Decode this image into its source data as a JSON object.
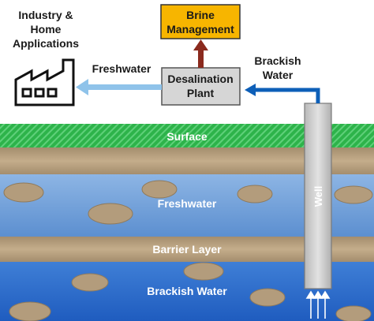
{
  "labels": {
    "industry_line1": "Industry &",
    "industry_line2": "Home",
    "industry_line3": "Applications",
    "brine_line1": "Brine",
    "brine_line2": "Management",
    "plant_line1": "Desalination",
    "plant_line2": "Plant",
    "brackish_top_line1": "Brackish",
    "brackish_top_line2": "Water",
    "freshwater_top": "Freshwater",
    "surface": "Surface",
    "well": "Well",
    "freshwater_layer": "Freshwater",
    "barrier_layer": "Barrier Layer",
    "brackish_layer": "Brackish Water"
  },
  "icons": {
    "factory": "factory-icon",
    "arrow_up_brine": "arrow-up-icon",
    "arrow_left_freshwater": "arrow-left-icon",
    "arrow_in_brackish": "arrow-left-icon",
    "well_inflow": "arrow-up-icon"
  },
  "colors": {
    "grass": "#2db34a",
    "soil": "#b59f7f",
    "freshwater": "#6f9fd8",
    "brackish": "#2f6fcf",
    "pebble": "#b39c7c",
    "brine_box": "#f7b500",
    "plant_box": "#d6d6d6",
    "well": "#c9c9c9",
    "pipe": "#0d5fb8",
    "fresh_arrow": "#8fc3ea",
    "brine_arrow": "#8b2a1e"
  }
}
